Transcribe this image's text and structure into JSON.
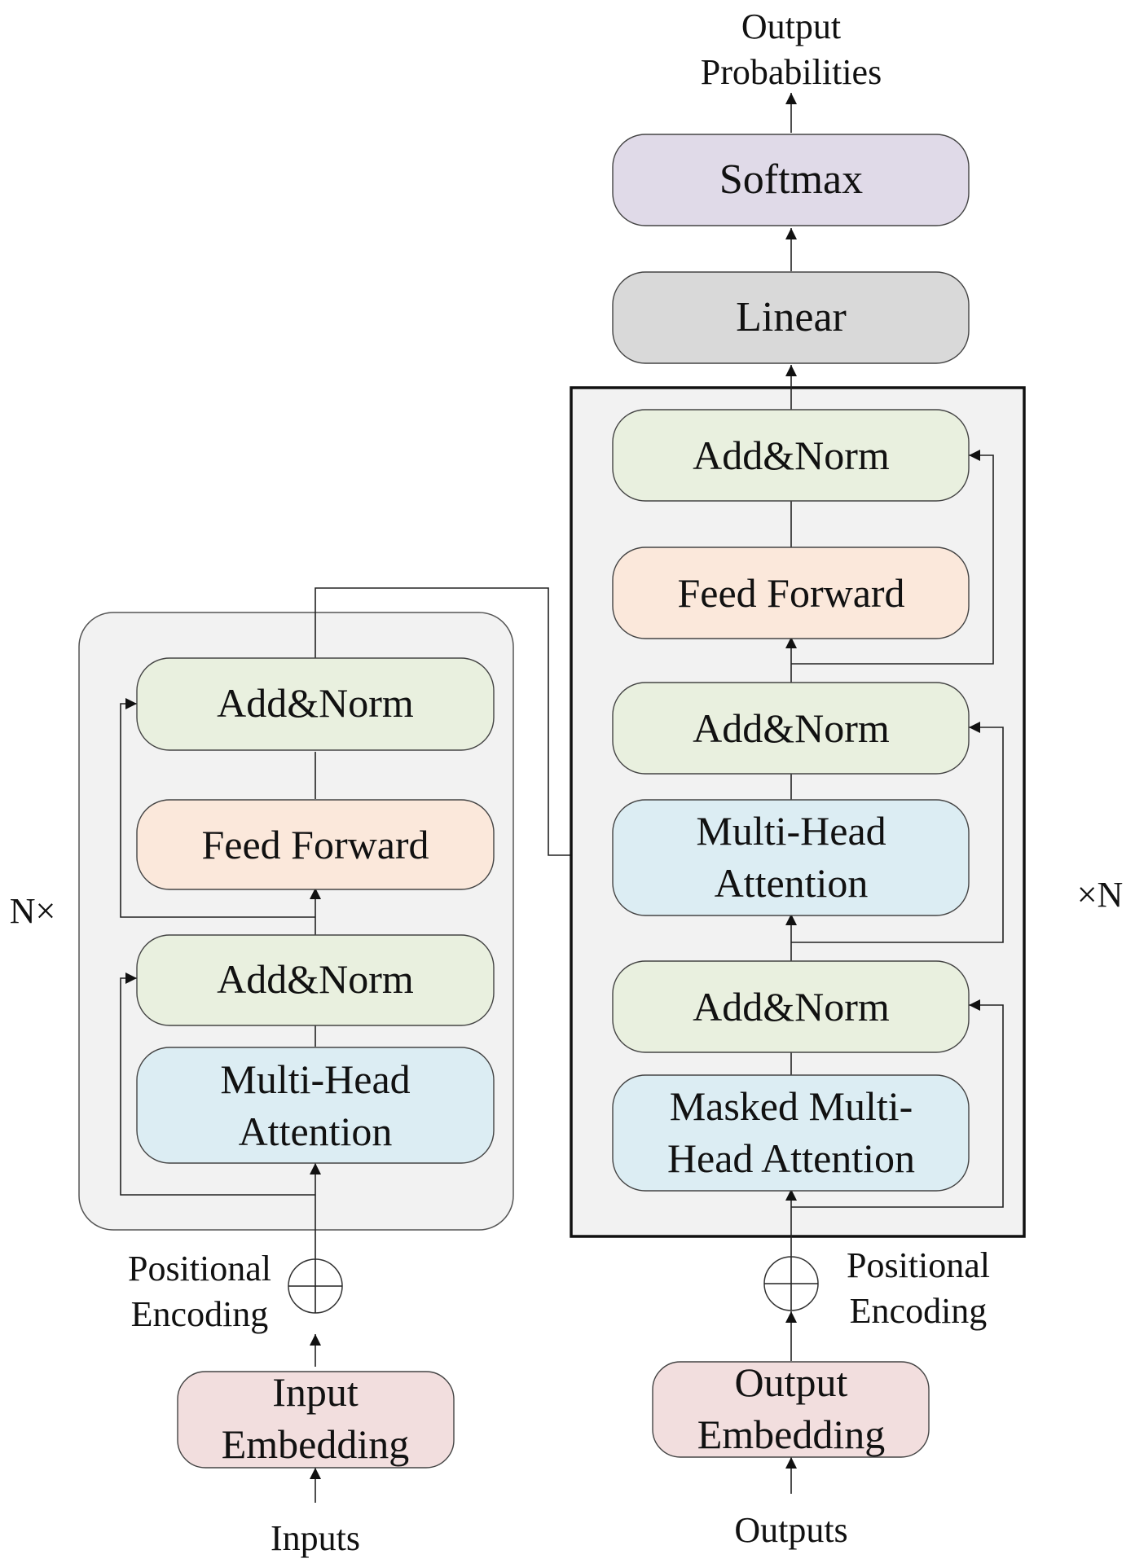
{
  "colors": {
    "add_norm": "#e9f0df",
    "feed_forward": "#fbe8db",
    "attention": "#dcedf3",
    "embedding": "#f2dede",
    "linear": "#d9d9d9",
    "softmax": "#e0dae8",
    "block_bg": "#f2f2f2",
    "stroke": "#222222"
  },
  "encoder": {
    "repeat_label": "N×",
    "add_norm_top": "Add&Norm",
    "feed_forward": "Feed Forward",
    "add_norm_bottom": "Add&Norm",
    "attention_line1": "Multi-Head",
    "attention_line2": "Attention",
    "positional_line1": "Positional",
    "positional_line2": "Encoding",
    "embedding_line1": "Input",
    "embedding_line2": "Embedding",
    "input_label": "Inputs"
  },
  "decoder": {
    "repeat_label": "×N",
    "output_line1": "Output",
    "output_line2": "Probabilities",
    "softmax": "Softmax",
    "linear": "Linear",
    "add_norm_top": "Add&Norm",
    "feed_forward": "Feed Forward",
    "add_norm_middle": "Add&Norm",
    "attention_line1": "Multi-Head",
    "attention_line2": "Attention",
    "add_norm_bottom": "Add&Norm",
    "masked_line1": "Masked Multi-",
    "masked_line2": "Head Attention",
    "positional_line1": "Positional",
    "positional_line2": "Encoding",
    "embedding_line1": "Output",
    "embedding_line2": "Embedding",
    "output_label": "Outputs"
  }
}
